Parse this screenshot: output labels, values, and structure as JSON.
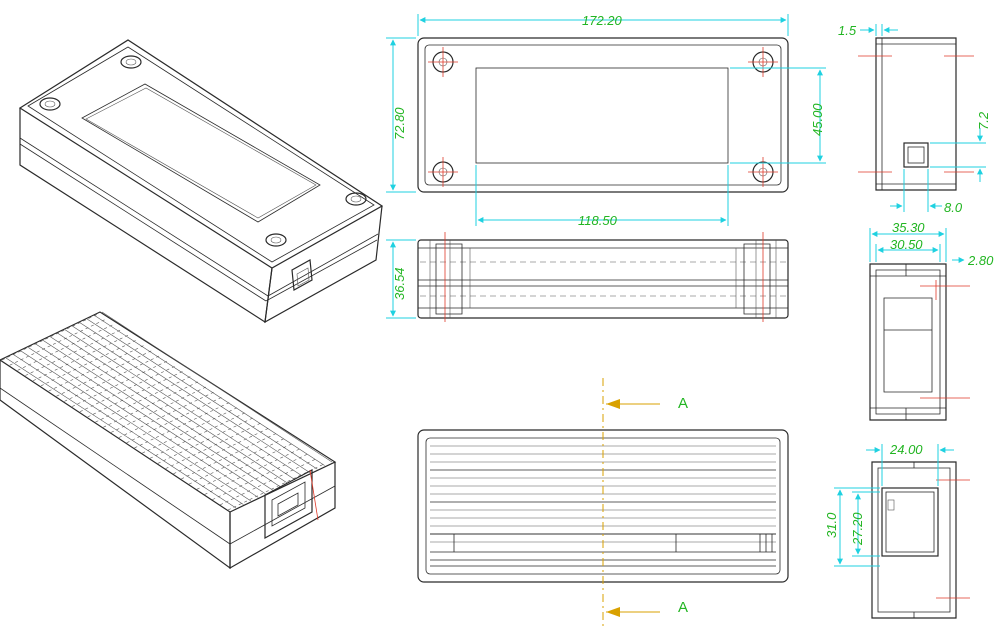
{
  "dimensions": {
    "top_length": "172.20",
    "top_height": "72.80",
    "window_height": "45.00",
    "window_width": "118.50",
    "front_height": "36.54",
    "side_offset": "1.5",
    "side_port_h": "7.2",
    "side_port_w": "8.0",
    "end_outer": "35.30",
    "end_inner": "30.50",
    "end_wall": "2.80",
    "port_width": "24.00",
    "port_outer_h": "31.0",
    "port_inner_h": "27.20"
  },
  "section": {
    "label_top": "A",
    "label_bottom": "A"
  },
  "colors": {
    "outline": "#2a2a2a",
    "dimension": "#1fd1e0",
    "dimension_text": "#22b522",
    "centerline": "#e03a2a",
    "section_line": "#d9a100"
  }
}
